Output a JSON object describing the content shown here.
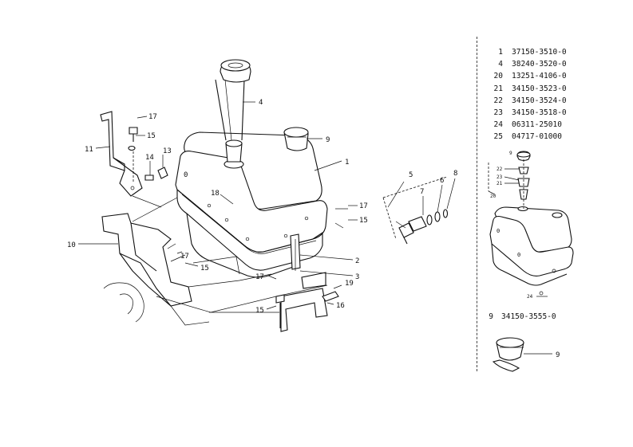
{
  "parts": [
    {
      "no": "1",
      "part": "37150-3510-0"
    },
    {
      "no": "4",
      "part": "38240-3520-0"
    },
    {
      "no": "20",
      "part": "13251-4106-0"
    },
    {
      "no": "21",
      "part": "34150-3523-0"
    },
    {
      "no": "22",
      "part": "34150-3524-0"
    },
    {
      "no": "23",
      "part": "34150-3518-0"
    },
    {
      "no": "24",
      "part": "06311-25010"
    },
    {
      "no": "25",
      "part": "04717-01000"
    }
  ],
  "note": {
    "no": "9",
    "part": "34150-3555-0"
  },
  "callouts": {
    "c1": "1",
    "c2": "2",
    "c3": "3",
    "c4": "4",
    "c5": "5",
    "c6": "6",
    "c7": "7",
    "c8": "8",
    "c9": "9",
    "c9b": "9",
    "c10": "10",
    "c11": "11",
    "c13": "13",
    "c14": "14",
    "c15a": "15",
    "c15b": "15",
    "c15c": "15",
    "c15d": "15",
    "c16": "16",
    "c17a": "17",
    "c17b": "17",
    "c17c": "17",
    "c17d": "17",
    "c18": "18",
    "c19": "19",
    "s22": "22",
    "s23": "23",
    "s21": "21",
    "s20": "20",
    "s9": "9",
    "s24": "24"
  }
}
